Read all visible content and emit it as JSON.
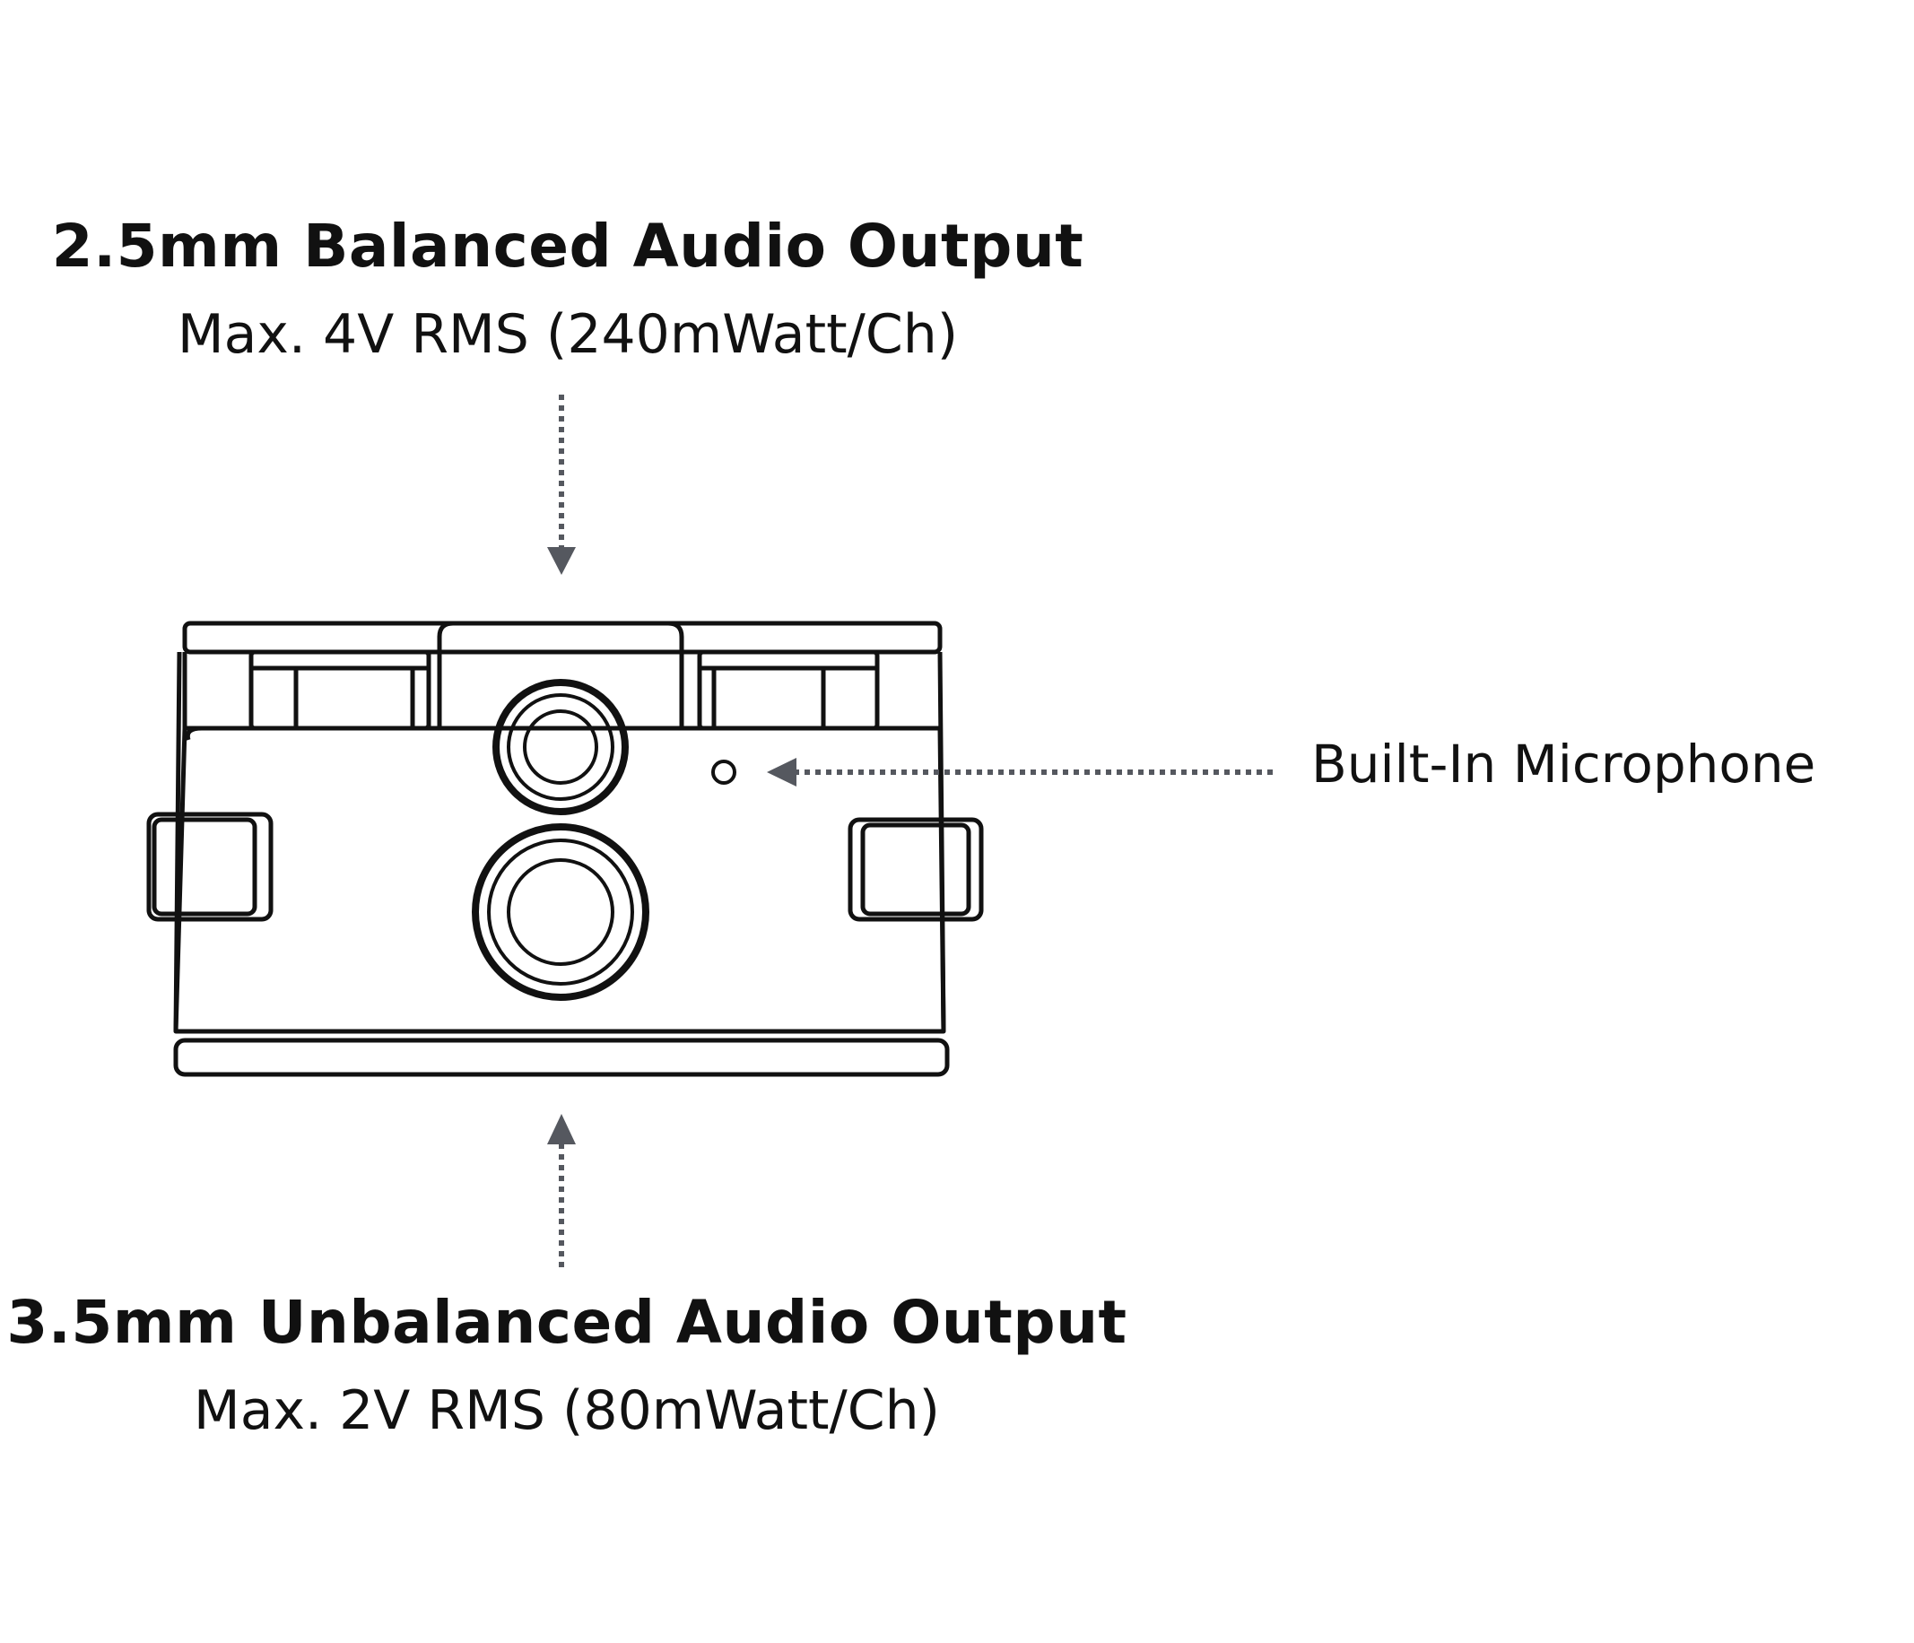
{
  "callouts": {
    "balanced": {
      "title": "2.5mm Balanced Audio Output",
      "spec": "Max. 4V RMS (240mWatt/Ch)"
    },
    "microphone": {
      "label": "Built-In Microphone"
    },
    "unbalanced": {
      "title": "3.5mm Unbalanced Audio Output",
      "spec": "Max. 2V RMS (80mWatt/Ch)"
    }
  },
  "colors": {
    "line": "#111111",
    "arrow": "#55585f",
    "text": "#111111",
    "background": "#ffffff"
  }
}
